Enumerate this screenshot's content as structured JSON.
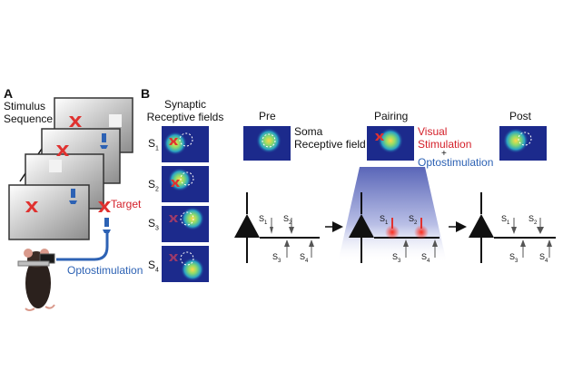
{
  "panelA": {
    "letter": "A",
    "title_line1": "Stimulus",
    "title_line2": "Sequence",
    "target_label": "Target",
    "opto_label": "Optostimulation"
  },
  "panelB": {
    "letter": "B",
    "synaptic_title_line1": "Synaptic",
    "synaptic_title_line2": "Receptive fields",
    "pre_label": "Pre",
    "soma_line1": "Soma",
    "soma_line2": "Receptive field",
    "pairing_label": "Pairing",
    "visual_line1": "Visual",
    "visual_line2": "Stimulation",
    "plus": "+",
    "opto_label": "Optostimulation",
    "post_label": "Post",
    "synapse_letter": "S",
    "rf_subscripts": [
      "1",
      "2",
      "3",
      "4"
    ]
  },
  "colors": {
    "rf_background": "#1c2a8c",
    "visual_red": "#d4202a",
    "opto_blue": "#2d62b4",
    "target_red": "#e0312f"
  },
  "icons": [
    "red-x-target-icon",
    "blue-projector-icon",
    "mouse-icon",
    "arrow-icon",
    "neuron-icon",
    "synapse-icon"
  ]
}
